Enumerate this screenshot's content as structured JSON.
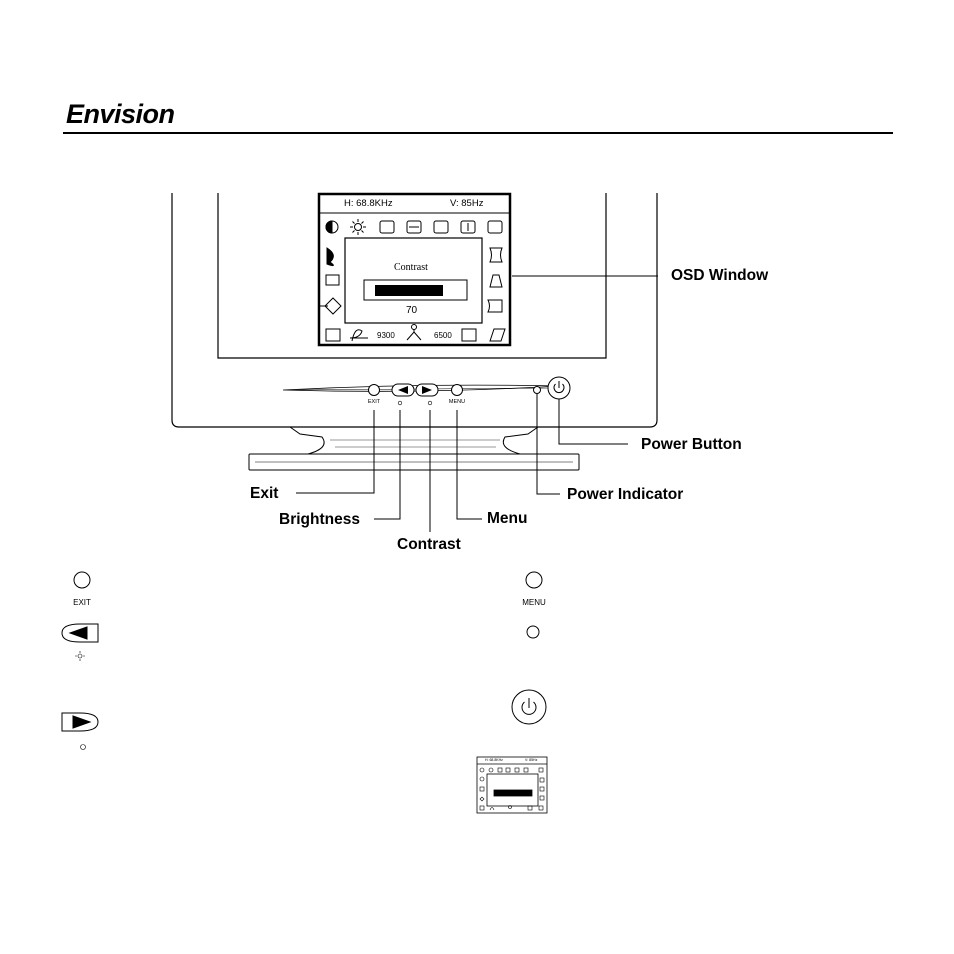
{
  "brand": {
    "logo_text": "Envision"
  },
  "osd": {
    "h_freq": "H: 68.8KHz",
    "v_freq": "V: 85Hz",
    "item_title": "Contrast",
    "item_value": "70",
    "preset_9300": "9300",
    "preset_6500": "6500",
    "level": 0.7
  },
  "panel": {
    "exit_label": "EXIT",
    "menu_label": "MENU"
  },
  "callouts": {
    "osd_window": "OSD Window",
    "power_button": "Power Button",
    "power_indicator": "Power Indicator",
    "exit": "Exit",
    "brightness": "Brightness",
    "contrast": "Contrast",
    "menu": "Menu"
  },
  "legend": {
    "exit_label": "EXIT",
    "menu_label": "MENU"
  },
  "thumb": {
    "h_freq": "H: 68.8KHz",
    "v_freq": "V: 85Hz"
  }
}
